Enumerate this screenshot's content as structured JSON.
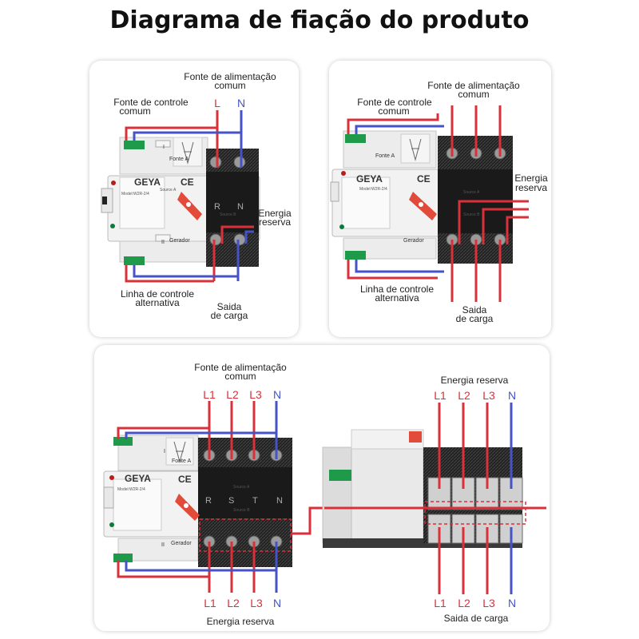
{
  "title": "Diagrama de fiação do produto",
  "colors": {
    "line": "#d9303a",
    "neutral": "#4553c6",
    "green": "#1f9a4a",
    "handle": "#e24a3a"
  },
  "panel1": {
    "common_supply": [
      "Fonte de alimentação",
      "comum"
    ],
    "common_control": [
      "Fonte de controle",
      "comum"
    ],
    "terminal_l": "L",
    "terminal_n": "N",
    "reserve": [
      "Energia",
      "reserva"
    ],
    "alt_control": [
      "Linha de controle",
      "alternativa"
    ],
    "load_output": [
      "Saida",
      "de carga"
    ]
  },
  "panel2": {
    "common_supply": [
      "Fonte de alimentação",
      "comum"
    ],
    "common_control": [
      "Fonte de controle",
      "comum"
    ],
    "reserve": [
      "Energia",
      "reserva"
    ],
    "alt_control": [
      "Linha de controle",
      "alternativa"
    ],
    "load_output": [
      "Saida",
      "de carga"
    ]
  },
  "panel3": {
    "common_supply": [
      "Fonte de alimentação",
      "comum"
    ],
    "terminals_top": [
      "L1",
      "L2",
      "L3",
      "N"
    ],
    "terminals_bottom": [
      "L1",
      "L2",
      "L3",
      "N"
    ],
    "reserve_bottom": "Energia reserva",
    "right_reserve_top": "Energia reserva",
    "right_terminals_top": [
      "L1",
      "L2",
      "L3",
      "N"
    ],
    "right_terminals_bottom": [
      "L1",
      "L2",
      "L3",
      "N"
    ],
    "load_output": "Saida de carga"
  },
  "device": {
    "brand": "GEYA",
    "cert": "CE",
    "model": "Model:W2R-2/4",
    "fonte_a": "Fonte A",
    "gerador": "Gerador",
    "source_a": "Source A",
    "source_b": "Source B",
    "section_i": "I",
    "section_ii": "II",
    "face_letters_2p": [
      "R",
      "N"
    ],
    "face_letters_4p": [
      "R",
      "S",
      "T",
      "N"
    ]
  }
}
